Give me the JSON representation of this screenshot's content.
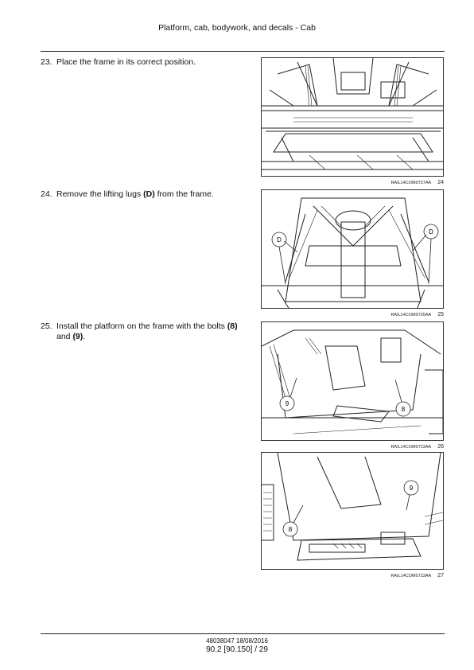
{
  "header": {
    "title": "Platform, cab, bodywork, and decals - Cab"
  },
  "steps": [
    {
      "num": "23.",
      "text": "Place the frame in its correct position."
    },
    {
      "num": "24.",
      "text_a": "Remove the lifting lugs ",
      "bold": "(D)",
      "text_b": " from the frame."
    },
    {
      "num": "25.",
      "text_a": "Install the platform on the frame with the bolts ",
      "bold_a": "(8)",
      "text_b": " and ",
      "bold_b": "(9)",
      "text_c": "."
    }
  ],
  "figures": [
    {
      "code": "RAIL14COM0727AA",
      "number": "24",
      "callouts": []
    },
    {
      "code": "RAIL14COM0725AA",
      "number": "25",
      "callouts": [
        "D",
        "D"
      ]
    },
    {
      "code": "RAIL14COM0723AA",
      "number": "26",
      "callouts": [
        "9",
        "8"
      ]
    },
    {
      "code": "RAIL14COM0723AA",
      "number": "27",
      "callouts": [
        "9",
        "8"
      ]
    }
  ],
  "footer": {
    "doc_ref": "48038047 18/08/2016",
    "page": "90.2 [90.150] / 29"
  }
}
